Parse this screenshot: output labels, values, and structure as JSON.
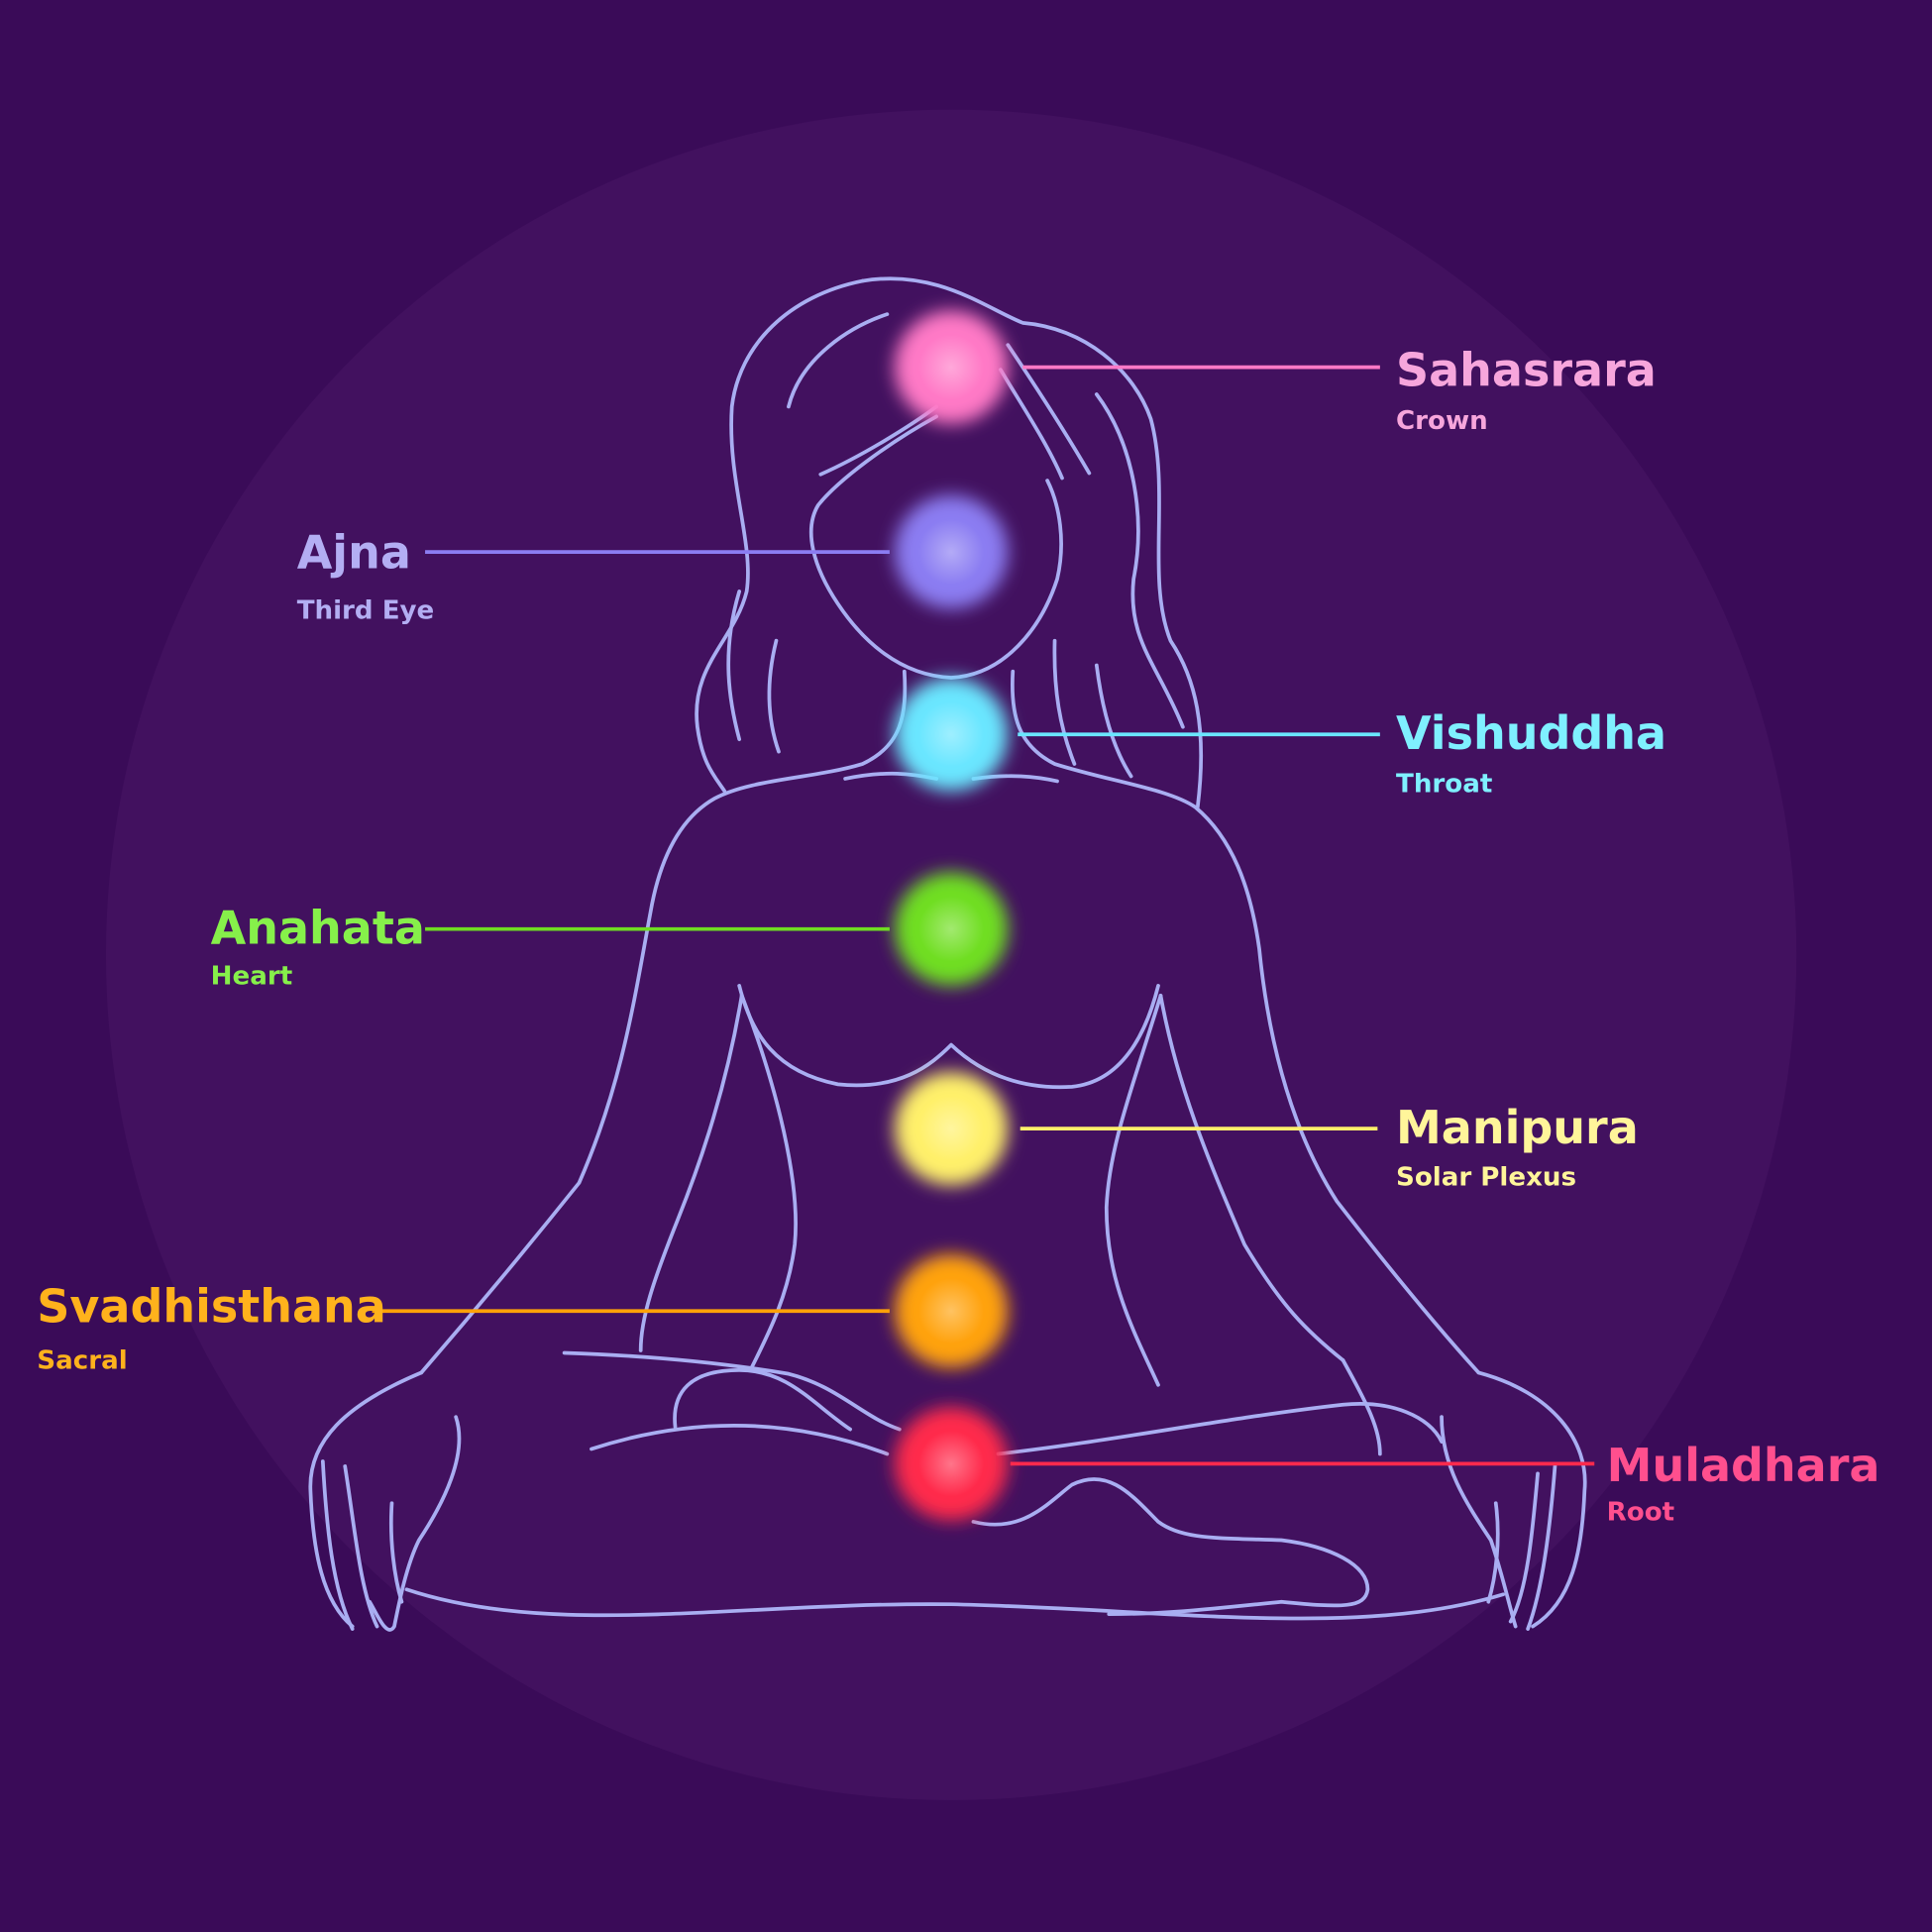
{
  "colors": {
    "background": "#3a0b58",
    "halo": "#42115f",
    "outline": "#a9aef2"
  },
  "chakras": [
    {
      "name": "Sahasrara",
      "meaning": "Crown",
      "color": "#ff79c6",
      "label_color": "#f7a6dc",
      "side": "right"
    },
    {
      "name": "Ajna",
      "meaning": "Third Eye",
      "color": "#8b7df2",
      "label_color": "#b3aef3",
      "side": "left"
    },
    {
      "name": "Vishuddha",
      "meaning": "Throat",
      "color": "#6ae6ff",
      "label_color": "#7ff0ff",
      "side": "right"
    },
    {
      "name": "Anahata",
      "meaning": "Heart",
      "color": "#6fde22",
      "label_color": "#86f04a",
      "side": "left"
    },
    {
      "name": "Manipura",
      "meaning": "Solar Plexus",
      "color": "#fff06a",
      "label_color": "#fff59a",
      "side": "right"
    },
    {
      "name": "Svadhisthana",
      "meaning": "Sacral",
      "color": "#ffa208",
      "label_color": "#ffb21c",
      "side": "left"
    },
    {
      "name": "Muladhara",
      "meaning": "Root",
      "color": "#ff2a4c",
      "label_color": "#ff4f8e",
      "side": "right"
    }
  ]
}
